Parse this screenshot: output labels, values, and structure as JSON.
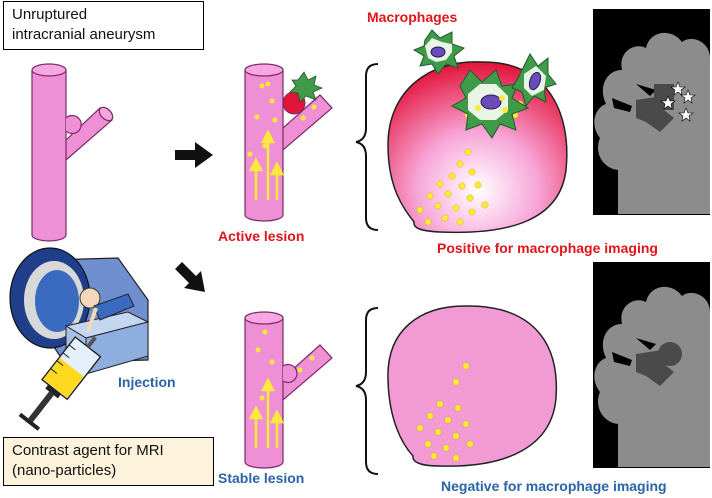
{
  "labels": {
    "unruptured_line1": "Unruptured",
    "unruptured_line2": "intracranial aneurysm",
    "macrophages": "Macrophages",
    "active_lesion": "Active lesion",
    "positive": "Positive for macrophage imaging",
    "injection": "Injection",
    "contrast_line1": "Contrast agent for MRI",
    "contrast_line2": "(nano-particles)",
    "stable_lesion": "Stable lesion",
    "negative": "Negative for macrophage imaging"
  },
  "colors": {
    "vessel_pink": "#ef8fd6",
    "active_red": "#e0141b",
    "stable_blue": "#2a64a8",
    "particle_yellow": "#fde93a",
    "macrophage_green": "#3f9a4a",
    "brain_gray": "#8c8c8c",
    "mri_panel_black": "#000000"
  },
  "icons": {
    "arrow": "black-arrow-icon",
    "star": "star-icon",
    "syringe": "syringe-icon",
    "mri": "mri-scanner-icon",
    "brace": "curly-brace-icon"
  }
}
